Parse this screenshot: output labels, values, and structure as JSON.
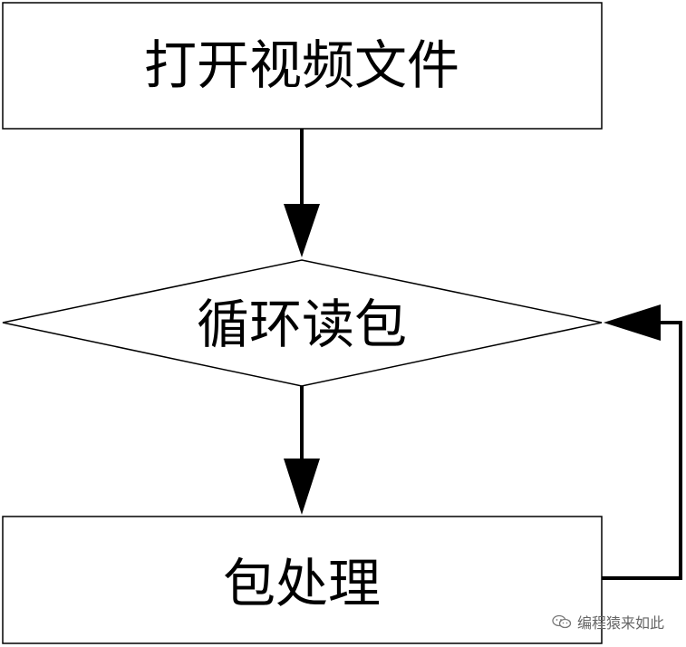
{
  "diagram": {
    "nodes": {
      "open_file": {
        "label": "打开视频文件",
        "shape": "rectangle"
      },
      "read_loop": {
        "label": "循环读包",
        "shape": "diamond"
      },
      "process_packet": {
        "label": "包处理",
        "shape": "rectangle"
      }
    },
    "edges": [
      {
        "from": "open_file",
        "to": "read_loop"
      },
      {
        "from": "read_loop",
        "to": "process_packet"
      },
      {
        "from": "process_packet",
        "to": "read_loop"
      }
    ],
    "colors": {
      "stroke": "#000000",
      "fill": "#ffffff"
    }
  },
  "watermark": {
    "text": "编程猿来如此",
    "icon": "wechat-icon"
  }
}
